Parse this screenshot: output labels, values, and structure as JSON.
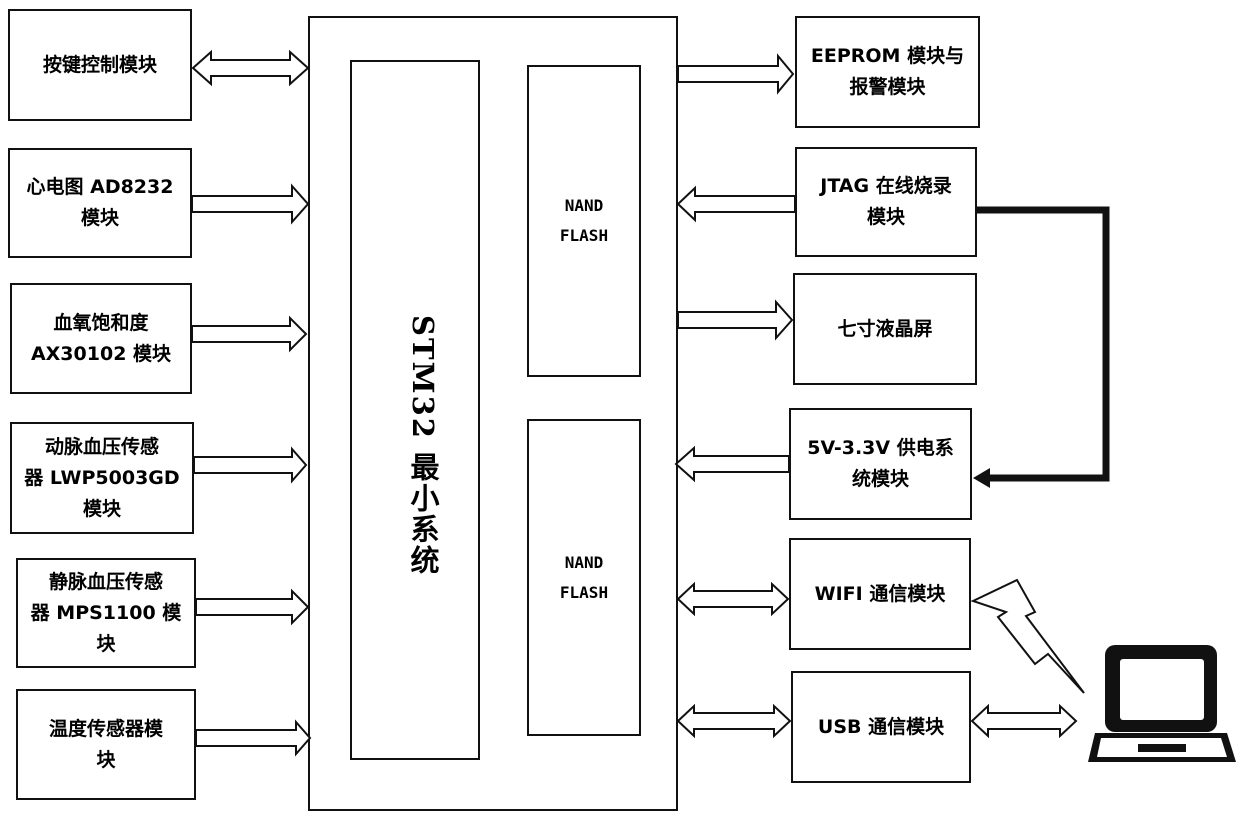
{
  "diagram": {
    "core": {
      "label": "STM32 最小系统",
      "nand_top_line1": "NAND",
      "nand_top_line2": "FLASH",
      "nand_bottom_line1": "NAND",
      "nand_bottom_line2": "FLASH"
    },
    "left_modules": [
      {
        "line1": "按键控制模块",
        "line2": "",
        "line3": ""
      },
      {
        "line1": "心电图 AD8232",
        "line2": "模块",
        "line3": ""
      },
      {
        "line1": "血氧饱和度",
        "line2": "AX30102 模块",
        "line3": ""
      },
      {
        "line1": "动脉血压传感",
        "line2": "器 LWP5003GD",
        "line3": "模块"
      },
      {
        "line1": "静脉血压传感",
        "line2": "器 MPS1100 模",
        "line3": "块"
      },
      {
        "line1": "温度传感器模",
        "line2": "块",
        "line3": ""
      }
    ],
    "right_modules": [
      {
        "line1": "EEPROM 模块与",
        "line2": "报警模块"
      },
      {
        "line1": "JTAG 在线烧录",
        "line2": "模块"
      },
      {
        "line1": "七寸液晶屏",
        "line2": ""
      },
      {
        "line1": "5V-3.3V 供电系",
        "line2": "统模块"
      },
      {
        "line1": "WIFI 通信模块",
        "line2": ""
      },
      {
        "line1": "USB 通信模块",
        "line2": ""
      }
    ],
    "icons": {
      "laptop": "laptop-icon",
      "wireless": "lightning-wireless-icon"
    },
    "colors": {
      "line": "#111111",
      "background": "#ffffff"
    }
  }
}
